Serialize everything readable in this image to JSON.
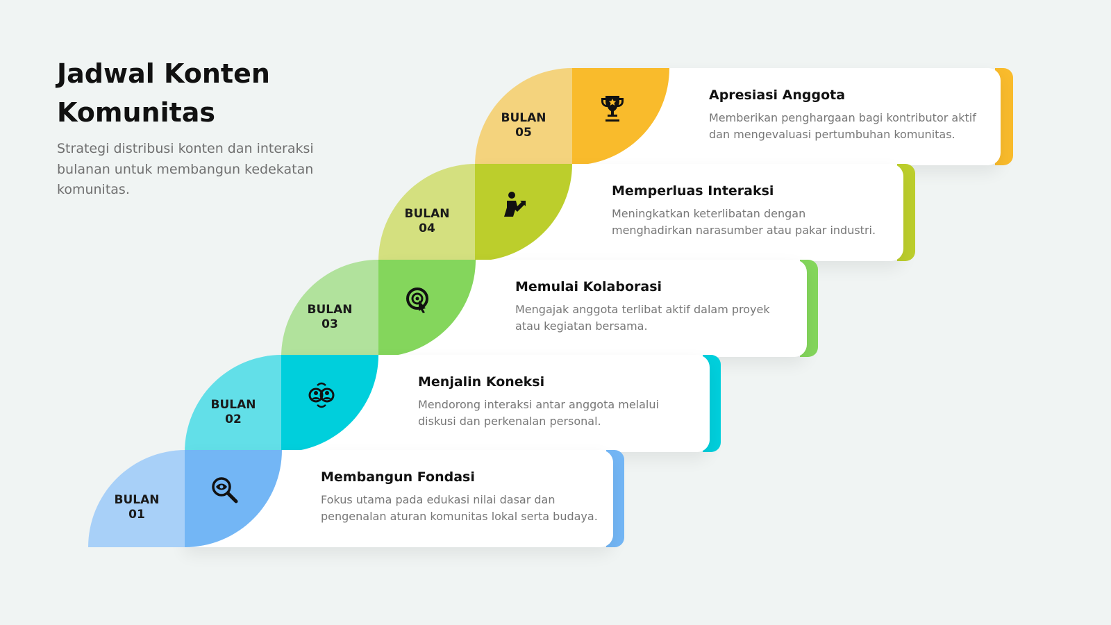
{
  "header": {
    "title": "Jadwal Konten Komunitas",
    "subtitle": "Strategi distribusi konten dan interaksi bulanan untuk membangun kedekatan komunitas."
  },
  "steps": [
    {
      "month_line1": "BULAN",
      "month_line2": "01",
      "title": "Membangun Fondasi",
      "description": "Fokus utama pada edukasi nilai dasar dan pengenalan aturan komunitas lokal serta budaya.",
      "icon": "eye-magnifier-icon",
      "color_main": "#73b6f5",
      "color_light": "#a8d0f8"
    },
    {
      "month_line1": "BULAN",
      "month_line2": "02",
      "title": "Menjalin Koneksi",
      "description": "Mendorong interaksi antar anggota melalui diskusi dan perkenalan personal.",
      "icon": "people-network-icon",
      "color_main": "#00cfdc",
      "color_light": "#62dfe8"
    },
    {
      "month_line1": "BULAN",
      "month_line2": "03",
      "title": "Memulai Kolaborasi",
      "description": "Mengajak anggota terlibat aktif dalam proyek atau kegiatan bersama.",
      "icon": "target-icon",
      "color_main": "#84d65c",
      "color_light": "#b1e29c"
    },
    {
      "month_line1": "BULAN",
      "month_line2": "04",
      "title": "Memperluas Interaksi",
      "description": "Meningkatkan keterlibatan dengan menghadirkan narasumber atau pakar industri.",
      "icon": "person-growth-icon",
      "color_main": "#bcce2c",
      "color_light": "#d4e07f"
    },
    {
      "month_line1": "BULAN",
      "month_line2": "05",
      "title": "Apresiasi Anggota",
      "description": "Memberikan penghargaan bagi kontributor aktif dan mengevaluasi pertumbuhan komunitas.",
      "icon": "trophy-icon",
      "color_main": "#f9bb2c",
      "color_light": "#f4d37d"
    }
  ]
}
